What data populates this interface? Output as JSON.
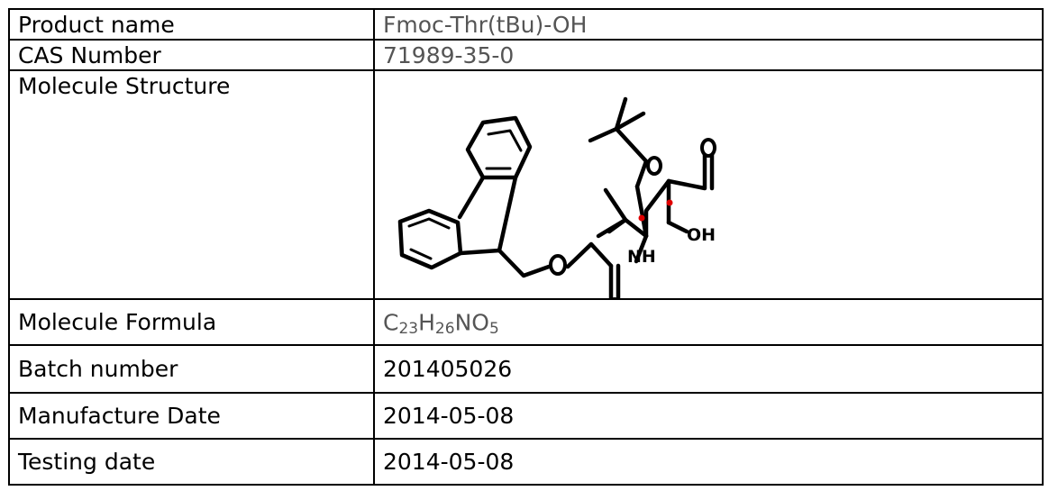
{
  "rows": {
    "product_name": {
      "label": "Product name",
      "value": "Fmoc-Thr(tBu)-OH"
    },
    "cas_number": {
      "label": "CAS Number",
      "value": "71989-35-0"
    },
    "molecule_structure": {
      "label": "Molecule Structure",
      "atoms": {
        "nh": "NH",
        "oh": "OH"
      }
    },
    "molecule_formula": {
      "label": "Molecule Formula",
      "formula": {
        "c": "C",
        "c_count": "23",
        "h": "H",
        "h_count": "26",
        "rest": "NO",
        "o_count": "5"
      }
    },
    "batch_number": {
      "label": "Batch number",
      "value": "201405026"
    },
    "manufacture_date": {
      "label": "Manufacture Date",
      "value": "2014-05-08"
    },
    "testing_date": {
      "label": "Testing date",
      "value": "2014-05-08"
    }
  },
  "colors": {
    "border": "#000000",
    "value_light": "#555555",
    "stereo_mark": "#e00000"
  }
}
